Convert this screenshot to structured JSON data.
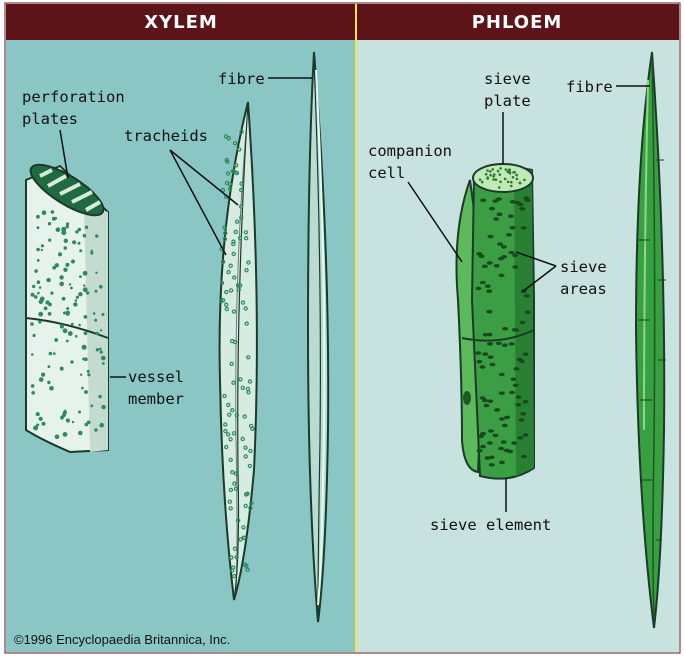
{
  "headers": {
    "xylem": "XYLEM",
    "phloem": "PHLOEM"
  },
  "xylem_labels": {
    "perforation_1": "perforation",
    "perforation_2": "plates",
    "tracheids": "tracheids",
    "fibre": "fibre",
    "vessel_1": "vessel",
    "vessel_2": "member"
  },
  "phloem_labels": {
    "sieve_plate_1": "sieve",
    "sieve_plate_2": "plate",
    "fibre": "fibre",
    "companion_1": "companion",
    "companion_2": "cell",
    "sieve_areas_1": "sieve",
    "sieve_areas_2": "areas",
    "sieve_element": "sieve element"
  },
  "copyright": "©1996 Encyclopaedia Britannica, Inc.",
  "colors": {
    "header_bar": "#5c1418",
    "xylem_bg": "#8ac7c4",
    "phloem_bg": "#c8e2df",
    "divider": "#f2e64a",
    "xylem_cell": "#e6f2ec",
    "xylem_dot": "#2e8a5a",
    "phloem_cell": "#3c9e44",
    "phloem_dark": "#1e5a22"
  }
}
